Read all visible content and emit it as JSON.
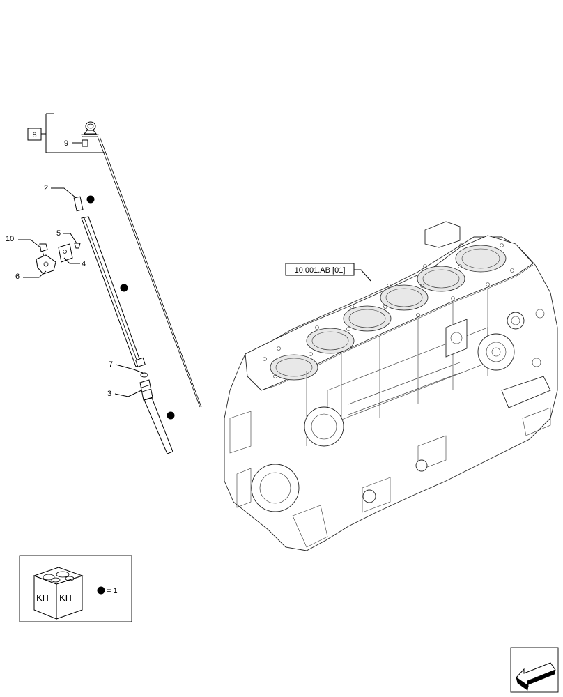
{
  "callouts": {
    "c8": "8",
    "c9": "9",
    "c2": "2",
    "c5": "5",
    "c10": "10",
    "c4": "4",
    "c6": "6",
    "c7": "7",
    "c3": "3",
    "ref": "10.001.AB [01]"
  },
  "legend": {
    "kit_label": "KIT",
    "kit_label_2": "KIT",
    "equals": "= 1"
  },
  "icons": {
    "kit_box": "kit-box-icon",
    "next_arrow": "arrow-left-icon",
    "kit_marker": "filled-dot"
  }
}
